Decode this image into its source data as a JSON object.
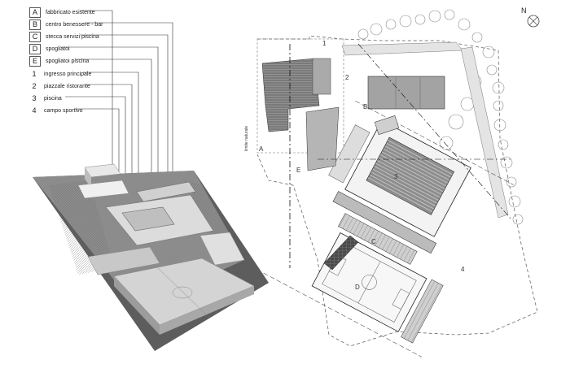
{
  "legend": [
    {
      "key": "A",
      "label": "fabbricato esistente"
    },
    {
      "key": "B",
      "label": "centro benessere - bar"
    },
    {
      "key": "C",
      "label": "stecca servizi piscina"
    },
    {
      "key": "D",
      "label": "spogliatoi"
    },
    {
      "key": "E",
      "label": "spogliatoi piscina"
    },
    {
      "key": "1",
      "label": "ingresso principale"
    },
    {
      "key": "2",
      "label": "piazzale ristorante"
    },
    {
      "key": "3",
      "label": "piscina"
    },
    {
      "key": "4",
      "label": "campo sportivo"
    }
  ],
  "north": {
    "label": "N"
  },
  "plan_labels": {
    "a": "A",
    "b": "B",
    "c": "C",
    "d": "D",
    "e": "E",
    "n1": "1",
    "n2": "2",
    "n3": "3",
    "n4": "4",
    "boundary": "limite naturale"
  },
  "colors": {
    "ink": "#333333",
    "dark": "#555555",
    "grey": "#9a9a9a",
    "light": "#d6d6d6",
    "tree": "#8a8a8a"
  }
}
